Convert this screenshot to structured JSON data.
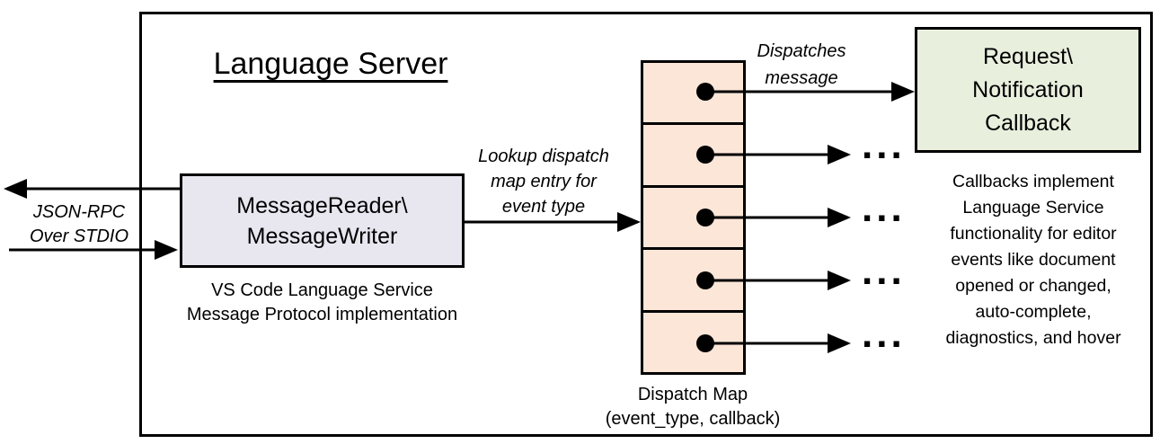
{
  "colors": {
    "peach": "#fce6d8",
    "green": "#e8efdd",
    "lavender": "#e8e7f0",
    "ink": "#000000"
  },
  "title": "Language Server",
  "stdio_label": {
    "lines": [
      "JSON-RPC",
      "Over STDIO"
    ]
  },
  "message_box": {
    "lines": [
      "MessageReader\\",
      "MessageWriter"
    ]
  },
  "message_caption": {
    "lines": [
      "VS Code Language Service",
      "Message Protocol implementation"
    ]
  },
  "lookup_label": {
    "lines": [
      "Lookup dispatch",
      "map entry for",
      "event type"
    ]
  },
  "dispatches_label": {
    "lines": [
      "Dispatches",
      "message"
    ]
  },
  "callback_box": {
    "lines": [
      "Request\\",
      "Notification",
      "Callback"
    ]
  },
  "callbacks_note": {
    "lines": [
      "Callbacks implement",
      "Language Service",
      "functionality for editor",
      "events like document",
      "opened or changed,",
      "auto-complete,",
      "diagnostics, and hover"
    ]
  },
  "dispatch_caption": {
    "lines": [
      "Dispatch Map",
      "(event_type, callback)"
    ]
  },
  "ellipsis": "..."
}
